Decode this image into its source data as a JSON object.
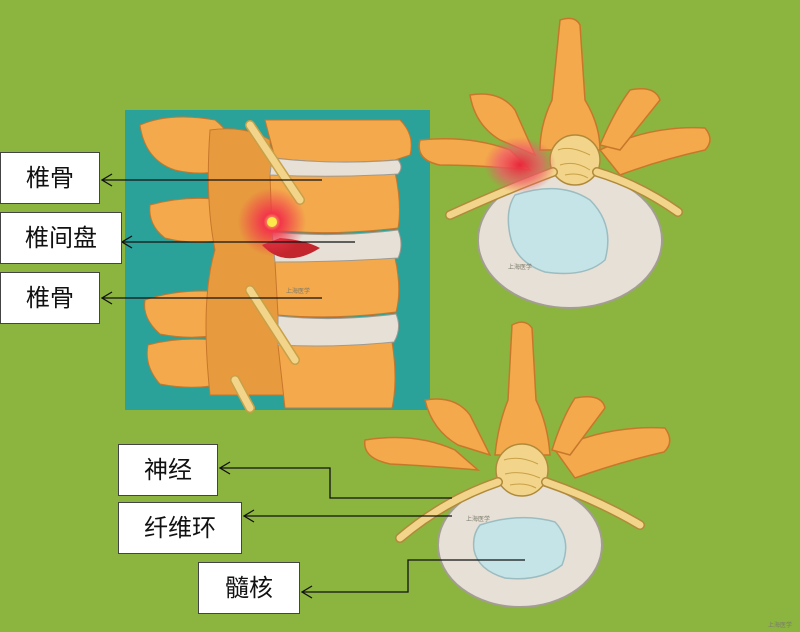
{
  "labels": {
    "vertebra_top": "椎骨",
    "disc": "椎间盘",
    "vertebra_bottom": "椎骨",
    "nerve": "神经",
    "annulus": "纤维环",
    "nucleus": "髓核"
  },
  "watermarks": {
    "top_disc": "上海医学",
    "bottom_disc": "上海医学",
    "side_view": "上海医学",
    "corner": "上海医学"
  },
  "colors": {
    "background": "#8cb53f",
    "side_panel": "#2aa29a",
    "bone": "#f3a94c",
    "bone_dark": "#c8772a",
    "disc": "#e6e0d6",
    "nucleus": "#c5e4e8",
    "nerve": "#f2d58a",
    "inflammation": "#e8263a"
  }
}
